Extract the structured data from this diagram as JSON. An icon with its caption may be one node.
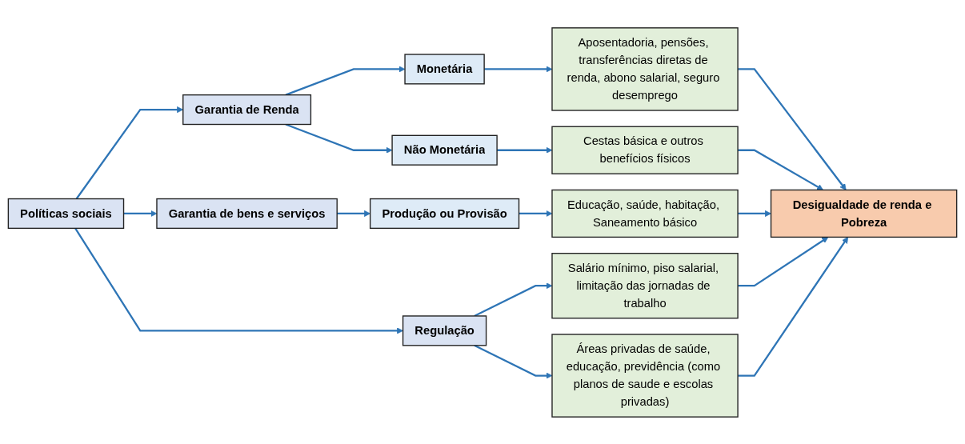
{
  "diagram": {
    "nodes": [
      {
        "text": [
          "Políticas sociais"
        ]
      },
      {
        "text": [
          "Garantia de Renda"
        ]
      },
      {
        "text": [
          "Garantia de bens e serviços"
        ]
      },
      {
        "text": [
          "Regulação"
        ]
      },
      {
        "text": [
          "Monetária"
        ]
      },
      {
        "text": [
          "Não Monetária"
        ]
      },
      {
        "text": [
          "Produção ou Provisão"
        ]
      },
      {
        "text": [
          "Aposentadoria, pensões, transferências diretas de renda, abono salarial, seguro desemprego"
        ]
      },
      {
        "text": [
          "Cestas básica e outros benefícios físicos"
        ]
      },
      {
        "text": [
          "Educação, saúde, habitação, Saneamento básico"
        ]
      },
      {
        "text": [
          "Salário mínimo, piso salarial, limitação das jornadas de trabalho"
        ]
      },
      {
        "text": [
          "Áreas privadas de saúde, educação, previdência (como planos de saude e escolas privadas)"
        ]
      },
      {
        "text": [
          "Desigualdade de renda e Pobreza"
        ]
      }
    ],
    "edges": [
      {
        "from": 0,
        "to": 1,
        "arrow": "to"
      },
      {
        "from": 0,
        "to": 2,
        "arrow": "to"
      },
      {
        "from": 0,
        "to": 3,
        "arrow": "to"
      },
      {
        "from": 1,
        "to": 4,
        "arrow": "to"
      },
      {
        "from": 1,
        "to": 5,
        "arrow": "to"
      },
      {
        "from": 2,
        "to": 6,
        "arrow": "to"
      },
      {
        "from": 4,
        "to": 7,
        "arrow": "to"
      },
      {
        "from": 5,
        "to": 8,
        "arrow": "to"
      },
      {
        "from": 6,
        "to": 9,
        "arrow": "to"
      },
      {
        "from": 3,
        "to": 10,
        "arrow": "to"
      },
      {
        "from": 3,
        "to": 11,
        "arrow": "to"
      },
      {
        "from": 7,
        "to": 12,
        "arrow": "to"
      },
      {
        "from": 8,
        "to": 12,
        "arrow": "to"
      },
      {
        "from": 9,
        "to": 12,
        "arrow": "to"
      },
      {
        "from": 10,
        "to": 12,
        "arrow": "to"
      },
      {
        "from": 11,
        "to": 12,
        "arrow": "to"
      }
    ]
  }
}
